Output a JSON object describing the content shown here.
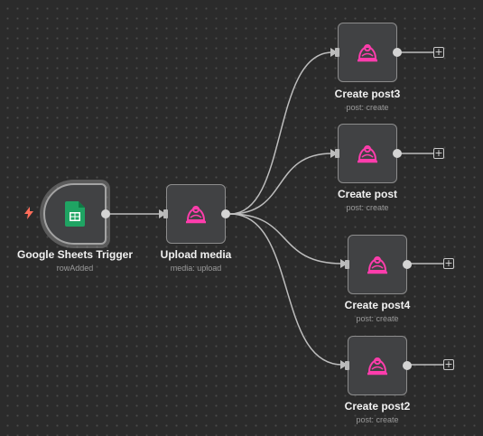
{
  "canvas": {
    "nodes": [
      {
        "id": "google-sheets-trigger",
        "title": "Google Sheets Trigger",
        "subtitle": "rowAdded",
        "icon": "google-sheets-icon"
      },
      {
        "id": "upload-media",
        "title": "Upload media",
        "subtitle": "media: upload",
        "icon": "social-media-app-icon"
      },
      {
        "id": "create-post3",
        "title": "Create post3",
        "subtitle": "post: create",
        "icon": "social-media-app-icon"
      },
      {
        "id": "create-post",
        "title": "Create post",
        "subtitle": "post: create",
        "icon": "social-media-app-icon"
      },
      {
        "id": "create-post4",
        "title": "Create post4",
        "subtitle": "post: create",
        "icon": "social-media-app-icon"
      },
      {
        "id": "create-post2",
        "title": "Create post2",
        "subtitle": "post: create",
        "icon": "social-media-app-icon"
      }
    ],
    "add_button_symbol": "+",
    "trigger_indicator_icon": "lightning-bolt-icon"
  },
  "colors": {
    "canvas_background": "#2b2b2b",
    "node_background": "#414244",
    "connection": "#bdbdbd",
    "trigger_bolt": "#ff6d5a",
    "sheets_green": "#1fa463",
    "app_icon_pink": "#ff3dac"
  }
}
